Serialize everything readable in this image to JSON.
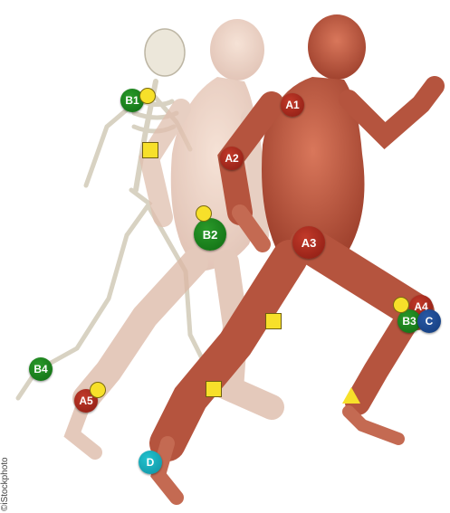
{
  "markers": {
    "A1": "A1",
    "A2": "A2",
    "A3": "A3",
    "A4": "A4",
    "A5": "A5",
    "B1": "B1",
    "B2": "B2",
    "B3": "B3",
    "B4": "B4",
    "C": "C",
    "D": "D"
  },
  "credit": "©iStockphoto",
  "colors": {
    "red_marker": "#9b2419",
    "green_marker": "#147a16",
    "blue_marker": "#1b4a8c",
    "cyan_marker": "#1aa9b8",
    "yellow_symbol": "#f7e02a",
    "muscle": "#b5543e"
  }
}
